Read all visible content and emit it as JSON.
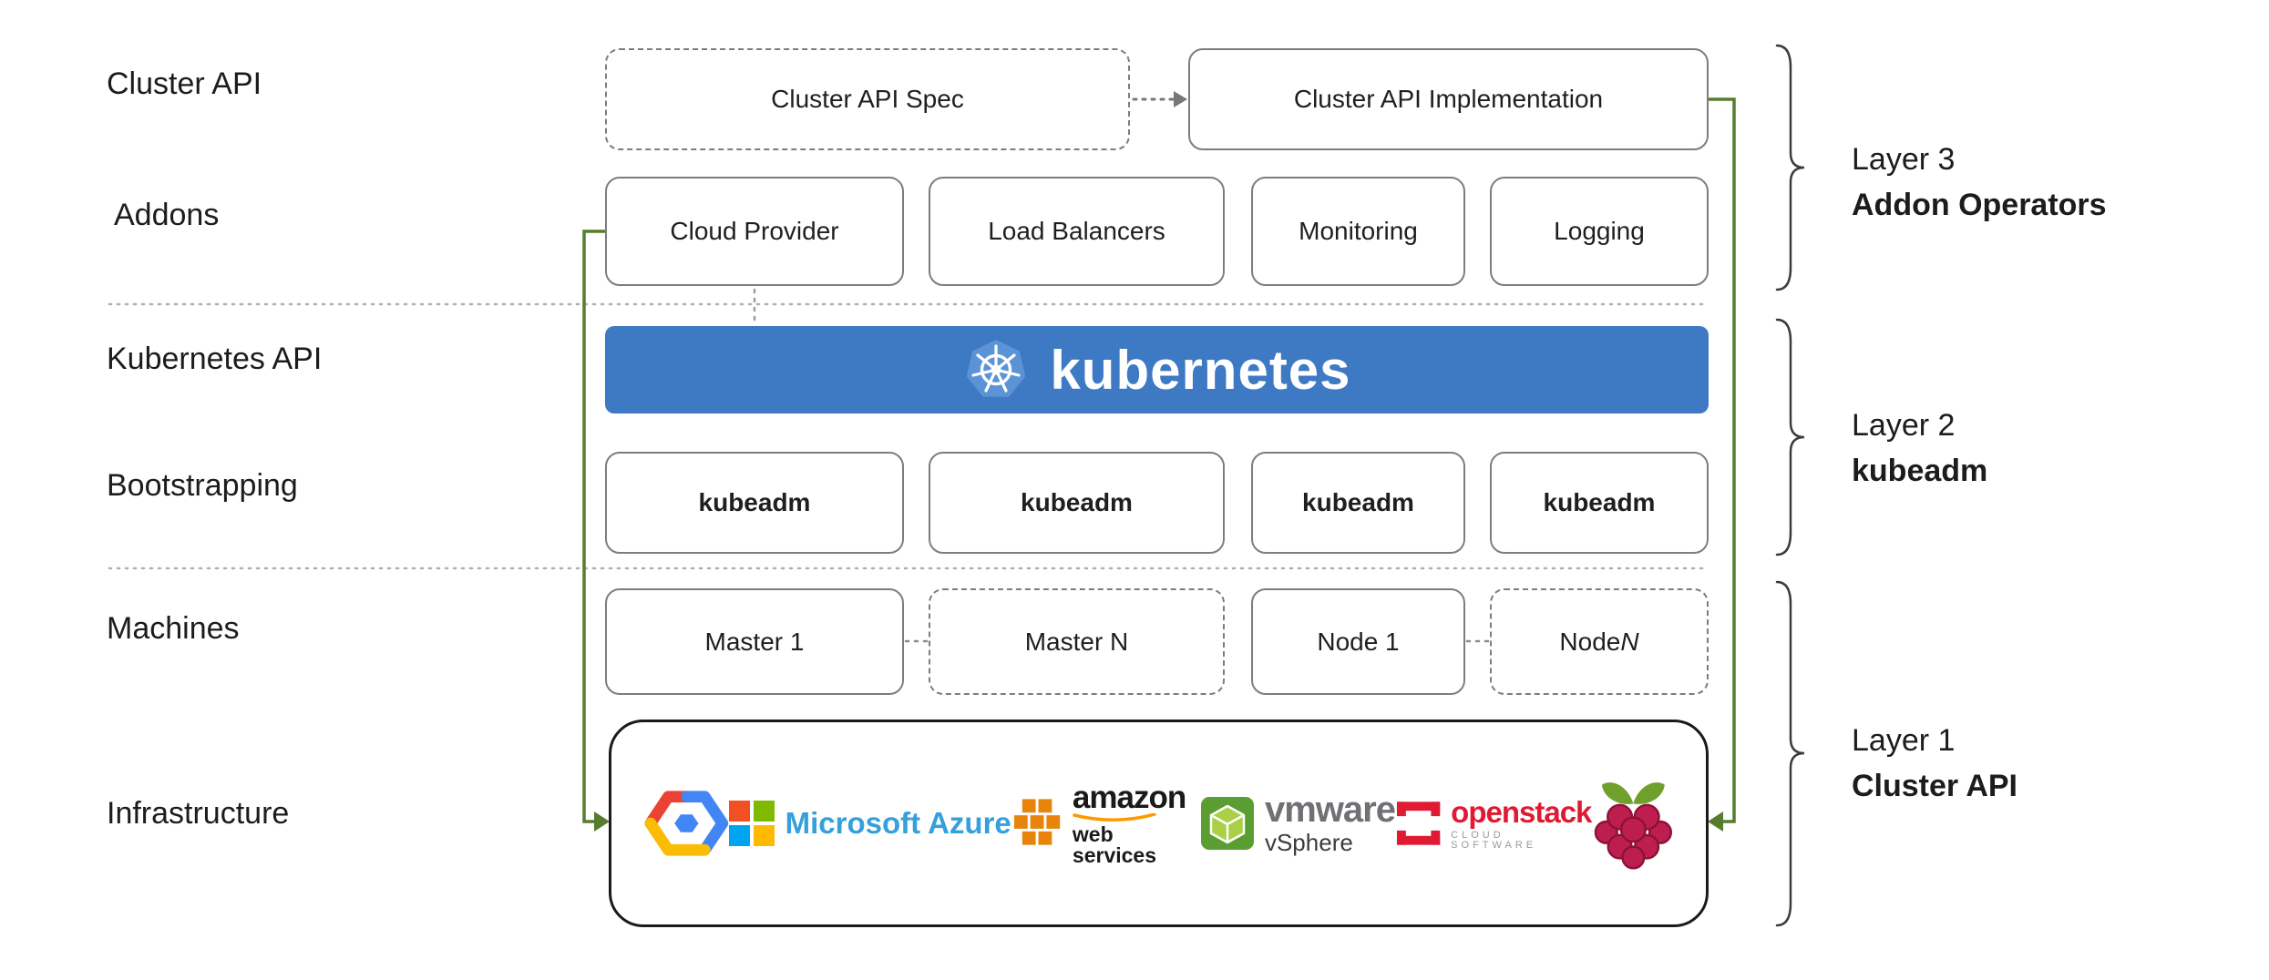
{
  "row_labels": {
    "cluster_api": "Cluster API",
    "addons": "Addons",
    "kubernetes_api": "Kubernetes API",
    "bootstrapping": "Bootstrapping",
    "machines": "Machines",
    "infrastructure": "Infrastructure"
  },
  "cluster_api_row": {
    "spec_label": "Cluster API Spec",
    "impl_label": "Cluster API Implementation"
  },
  "addons": [
    "Cloud Provider",
    "Load Balancers",
    "Monitoring",
    "Logging"
  ],
  "kubernetes_banner": {
    "label": "kubernetes"
  },
  "bootstrapping": [
    "kubeadm",
    "kubeadm",
    "kubeadm",
    "kubeadm"
  ],
  "machines": {
    "master_1": "Master 1",
    "master_n": "Master N",
    "node_1": "Node 1",
    "node_n_prefix": "Node ",
    "node_n_suffix": "N"
  },
  "layers": [
    {
      "title": "Layer 3",
      "name": "Addon Operators"
    },
    {
      "title": "Layer 2",
      "name": "kubeadm"
    },
    {
      "title": "Layer 1",
      "name": "Cluster API"
    }
  ],
  "infrastructure_logos": {
    "google_cloud": "Google Cloud",
    "azure_text": "Microsoft Azure",
    "amazon": "amazon",
    "web_services": "web services",
    "vmware": "vmware",
    "vsphere": "vSphere",
    "openstack": "openstack",
    "openstack_tagline": "CLOUD SOFTWARE",
    "raspberry_pi": "Raspberry Pi"
  },
  "colors": {
    "kubernetes_blue": "#3E79C4",
    "connector_green": "#567D2F",
    "box_border_gray": "#7d7d7d",
    "azure_blue": "#35A0DB",
    "openstack_red": "#E01A33",
    "aws_orange": "#E8830C",
    "vmware_green": "#5A9E32",
    "raspberry_red": "#BE1E4E",
    "leaf_green": "#6FA02C"
  }
}
